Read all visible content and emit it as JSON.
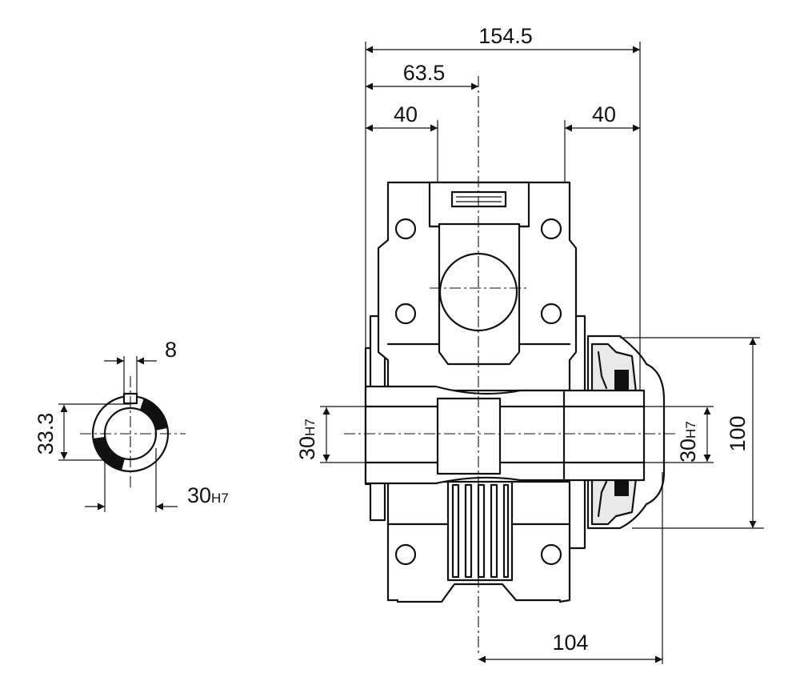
{
  "dimensions": {
    "overall_width": "154.5",
    "half_width": "63.5",
    "left_flange": "40",
    "right_flange": "40",
    "keyway_width": "8",
    "keyway_depth": "33.3",
    "bore_left": {
      "value": "30",
      "tolerance": "H7"
    },
    "bore_right": {
      "value": "30",
      "tolerance": "H7"
    },
    "bore_section": {
      "value": "30",
      "tolerance": "H7"
    },
    "height": "100",
    "shaft_offset": "104"
  }
}
